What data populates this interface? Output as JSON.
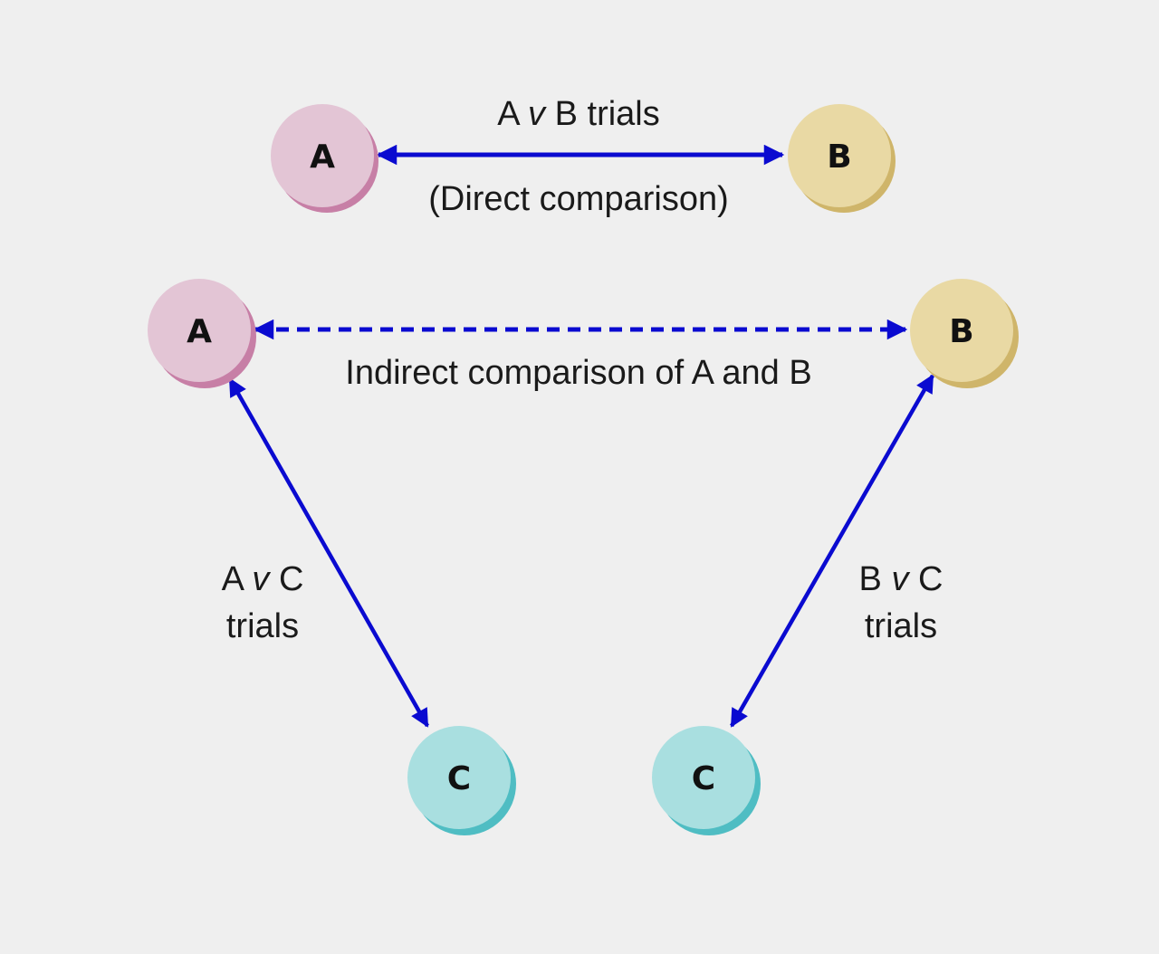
{
  "colors": {
    "background": "#efefef",
    "arrow": "#0a0ad0",
    "node_a_fill": "#e3c5d5",
    "node_a_shadow": "#c77fa6",
    "node_b_fill": "#e9d9a4",
    "node_b_shadow": "#cfb56a",
    "node_c_fill": "#a9dfe0",
    "node_c_shadow": "#4fbdc3",
    "letter": "#111111",
    "label": "#1a1a1a"
  },
  "top": {
    "node_a": "A",
    "node_b": "B",
    "label_pre": "A ",
    "label_v": "v",
    "label_post": " B trials",
    "sub_label": "(Direct comparison)"
  },
  "bottom": {
    "node_a": "A",
    "node_b": "B",
    "node_c_left": "C",
    "node_c_right": "C",
    "indirect_label": "Indirect comparison of A and B",
    "left_label_line1_pre": "A ",
    "left_label_line1_v": "v",
    "left_label_line1_post": " C",
    "left_label_line2": "trials",
    "right_label_line1_pre": "B ",
    "right_label_line1_v": "v",
    "right_label_line1_post": " C",
    "right_label_line2": "trials"
  }
}
